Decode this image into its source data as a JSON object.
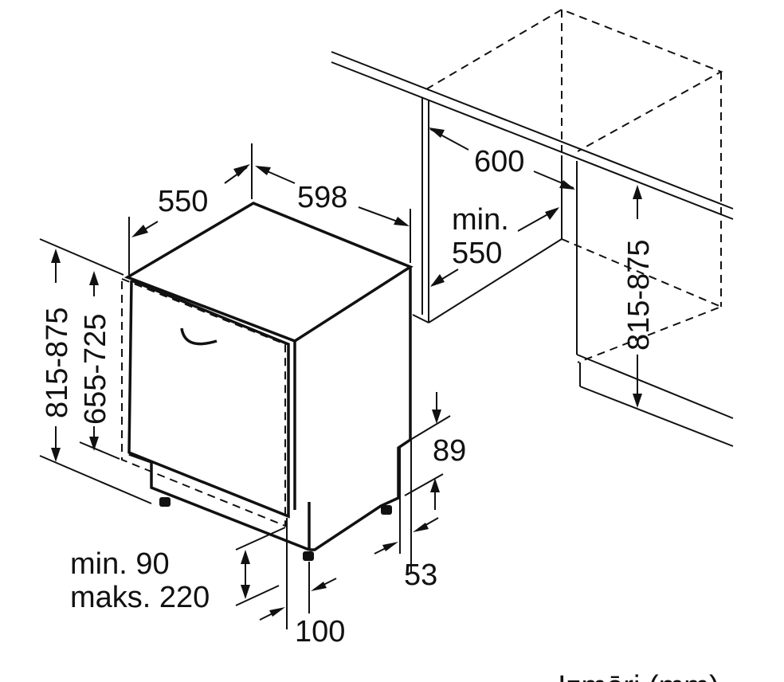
{
  "labels": {
    "depth": "550",
    "width": "598",
    "niche_width": "600",
    "niche_min_label": "min.",
    "niche_min_value": "550",
    "niche_height": "815-875",
    "total_height": "815-875",
    "door_height": "655-725",
    "plinth_top": "89",
    "plinth_side": "53",
    "plinth_min": "min. 90",
    "plinth_max": "maks. 220",
    "foot_offset": "100",
    "units_caption": "Izmēri (mm)"
  },
  "colors": {
    "line": "#111111",
    "background": "#ffffff"
  }
}
